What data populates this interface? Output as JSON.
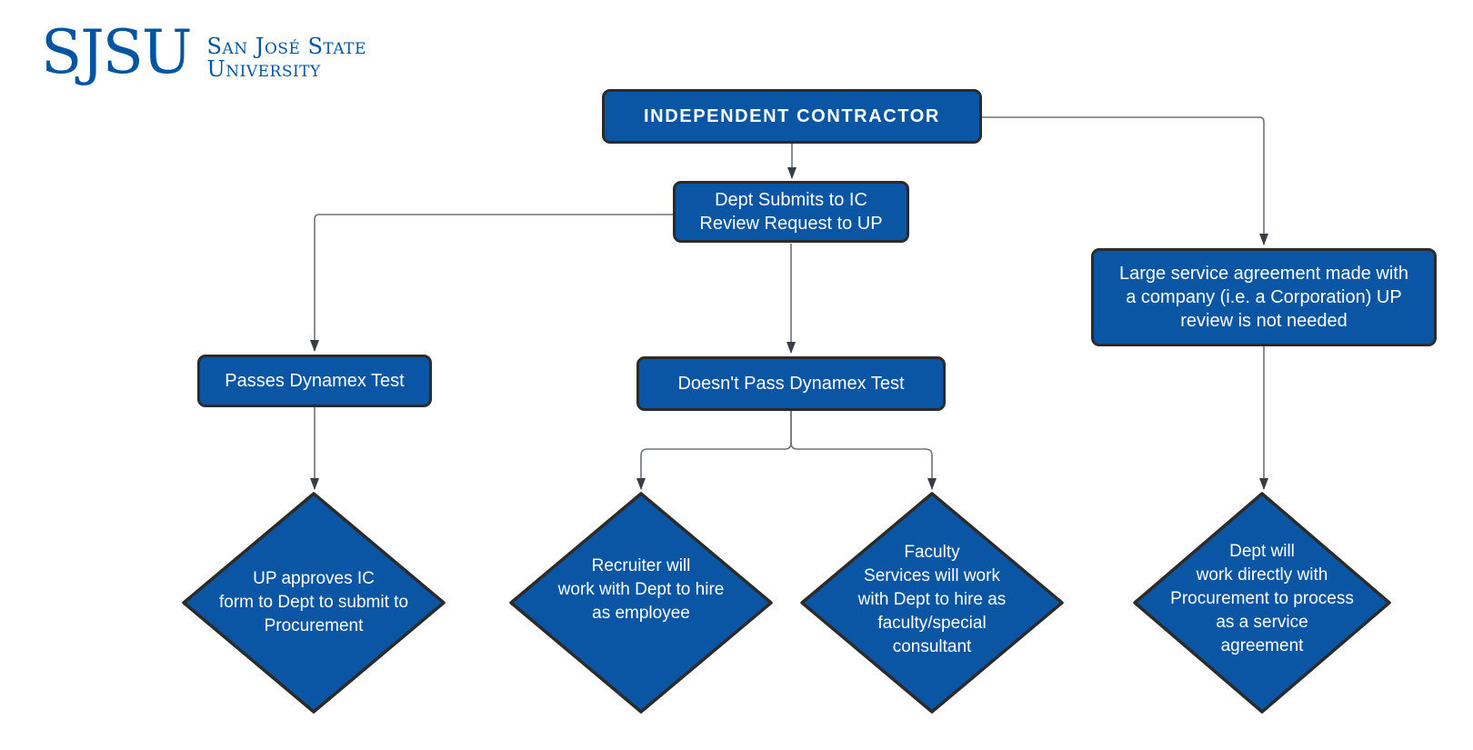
{
  "brand": {
    "logo_acronym": "SJSU",
    "university_name_line1": "San José State",
    "university_name_line2": "University"
  },
  "colors": {
    "brand": "#0055a2",
    "node_fill": "#0a56a4",
    "node_border": "#2b2b2b",
    "node_text": "#ffffff",
    "connector": "#6e737a",
    "arrow": "#383d44",
    "background": "#ffffff"
  },
  "flowchart": {
    "nodes": {
      "root": {
        "shape": "rectangle",
        "label": "INDEPENDENT CONTRACTOR"
      },
      "dept_submits": {
        "shape": "rectangle",
        "label": "Dept Submits to IC\nReview Request to UP"
      },
      "passes": {
        "shape": "rectangle",
        "label": "Passes Dynamex Test"
      },
      "doesnt_pass": {
        "shape": "rectangle",
        "label": "Doesn't Pass Dynamex Test"
      },
      "large_service": {
        "shape": "rectangle",
        "label": "Large service agreement made with\na company (i.e. a Corporation) UP\nreview is not needed"
      },
      "up_approves": {
        "shape": "diamond",
        "label": "UP approves IC\nform to Dept to submit to\nProcurement"
      },
      "recruiter": {
        "shape": "diamond",
        "label": "Recruiter will\nwork with Dept to hire\nas employee"
      },
      "faculty": {
        "shape": "diamond",
        "label": "Faculty\nServices will work\nwith Dept to hire as\nfaculty/special\nconsultant"
      },
      "dept_direct": {
        "shape": "diamond",
        "label": "Dept will\nwork directly with\nProcurement to process\nas a service\nagreement"
      }
    },
    "edges": [
      {
        "from": "root",
        "to": "dept_submits"
      },
      {
        "from": "root",
        "to": "large_service"
      },
      {
        "from": "dept_submits",
        "to": "passes"
      },
      {
        "from": "dept_submits",
        "to": "doesnt_pass"
      },
      {
        "from": "passes",
        "to": "up_approves"
      },
      {
        "from": "doesnt_pass",
        "to": "recruiter"
      },
      {
        "from": "doesnt_pass",
        "to": "faculty"
      },
      {
        "from": "large_service",
        "to": "dept_direct"
      }
    ]
  }
}
